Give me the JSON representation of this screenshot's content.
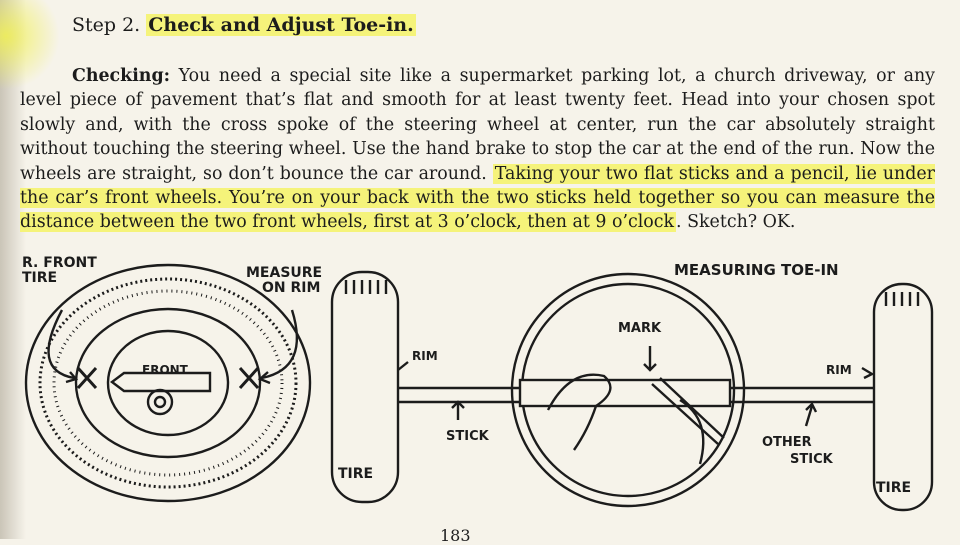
{
  "step": {
    "number": "Step 2.",
    "title": "Check and Adjust Toe-in."
  },
  "paragraph": {
    "lead": "Checking:",
    "plain": "You need a special site like a supermarket parking lot, a church driveway, or any level piece of pavement that’s flat and smooth for at least twenty feet. Head into your chosen spot slowly and, with the cross spoke of the steering wheel at center, run the car absolutely straight without touching the steering wheel. Use the hand brake to stop the car at the end of the run. Now the wheels are straight, so don’t bounce the car around.",
    "highlighted": "Taking your two flat sticks and a pencil, lie under the car’s front wheels. You’re on your back with the two sticks held together so you can measure the distance between the two front wheels, first at 3 o’clock, then at 9 o’clock",
    "tail": ". Sketch? OK."
  },
  "illustration": {
    "left": {
      "label_front_tire_1": "R. FRONT",
      "label_front_tire_2": "TIRE",
      "label_measure_1": "MEASURE",
      "label_measure_2": "ON RIM",
      "hub_label": "FRONT"
    },
    "right": {
      "title": "MEASURING TOE-IN",
      "label_mark": "MARK",
      "label_rim_left": "RIM",
      "label_rim_right": "RIM",
      "label_stick": "STICK",
      "label_other_1": "OTHER",
      "label_other_2": "STICK",
      "label_tire_left": "TIRE",
      "label_tire_right": "TIRE"
    }
  },
  "page_number": "183"
}
